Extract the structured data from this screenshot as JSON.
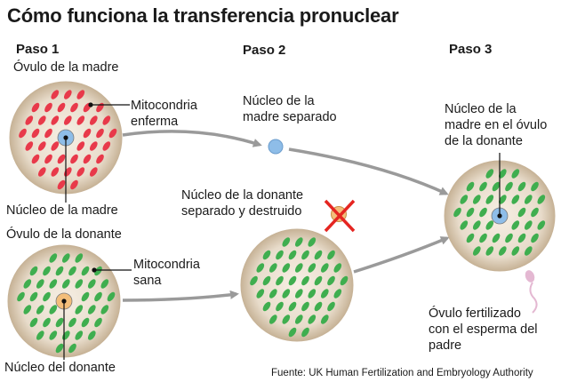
{
  "title": "Cómo funciona la transferencia pronuclear",
  "steps": {
    "step1": "Paso 1",
    "step2": "Paso 2",
    "step3": "Paso 3"
  },
  "labels": {
    "mother_egg": "Óvulo de la madre",
    "diseased_mito_1": "Mitocondria",
    "diseased_mito_2": "enferma",
    "mother_nucleus": "Núcleo de la madre",
    "donor_egg": "Óvulo de la donante",
    "healthy_mito_1": "Mitocondria",
    "healthy_mito_2": "sana",
    "donor_nucleus": "Núcleo del donante",
    "mother_nucleus_separated_1": "Núcleo de la",
    "mother_nucleus_separated_2": "madre separado",
    "donor_nucleus_destroyed_1": "Núcleo de la donante",
    "donor_nucleus_destroyed_2": "separado y destruido",
    "mother_nucleus_in_donor_1": "Núcleo de la",
    "mother_nucleus_in_donor_2": "madre en el óvulo",
    "mother_nucleus_in_donor_3": "de la donante",
    "fertilized_1": "Óvulo fertilizado",
    "fertilized_2": "con el esperma del",
    "fertilized_3": "padre"
  },
  "source": "Fuente: UK Human Fertilization and Embryology Authority",
  "colors": {
    "cell_fill": "#e8dccb",
    "cell_center": "#f6efe4",
    "cell_edge": "#c7b397",
    "diseased_mito": "#e8394a",
    "healthy_mito": "#3fae4f",
    "mother_nucleus": "#8ebde8",
    "donor_nucleus": "#f3be7a",
    "arrow": "#9a9a9a",
    "cross": "#e52521",
    "sperm": "#e4b8d2"
  }
}
